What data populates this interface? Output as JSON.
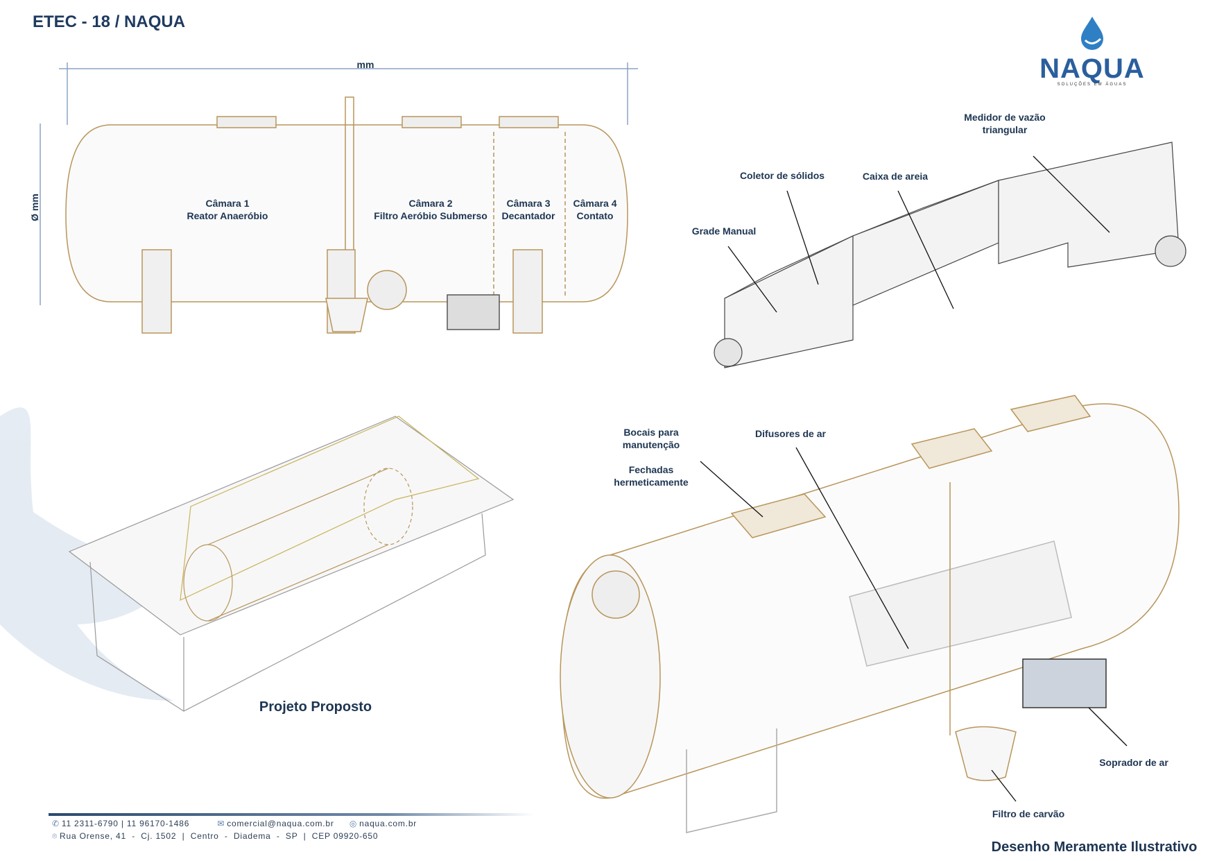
{
  "header": {
    "title": "ETEC - 18 / NAQUA"
  },
  "logo": {
    "name": "NAQUA",
    "tagline": "SOLUÇÕES EM ÁGUAS"
  },
  "side_view": {
    "width_dim": "mm",
    "diameter_dim": "Ø mm",
    "chambers": [
      {
        "name": "Câmara 1",
        "desc": "Reator Anaeróbio"
      },
      {
        "name": "Câmara 2",
        "desc": "Filtro Aeróbio Submerso"
      },
      {
        "name": "Câmara 3",
        "desc": "Decantador"
      },
      {
        "name": "Câmara 4",
        "desc": "Contato"
      }
    ]
  },
  "channel_view": {
    "labels": {
      "flow_meter": [
        "Medidor de vazão",
        "triangular"
      ],
      "solids": "Coletor de sólidos",
      "sand_box": "Caixa de areia",
      "grid": "Grade Manual"
    }
  },
  "proposed": {
    "caption": "Projeto Proposto"
  },
  "iso_view": {
    "labels": {
      "nozzles": [
        "Bocais para",
        "manutenção"
      ],
      "sealed": [
        "Fechadas",
        "hermeticamente"
      ],
      "diffusers": "Difusores de ar",
      "blower": "Soprador de ar",
      "carbon_filter": "Filtro de carvão"
    }
  },
  "footer": {
    "phones": "11 2311-6790  |  11 96170-1486",
    "email": "comercial@naqua.com.br",
    "website": "naqua.com.br",
    "address": "Rua Orense, 41  -  Cj. 1502  |  Centro  -  Diadema  -  SP  |  CEP 09920-650",
    "disclaimer": "Desenho Meramente Ilustrativo"
  },
  "colors": {
    "navy": "#1d3552",
    "line": "#b8955a",
    "brand": "#2a5f9e"
  }
}
